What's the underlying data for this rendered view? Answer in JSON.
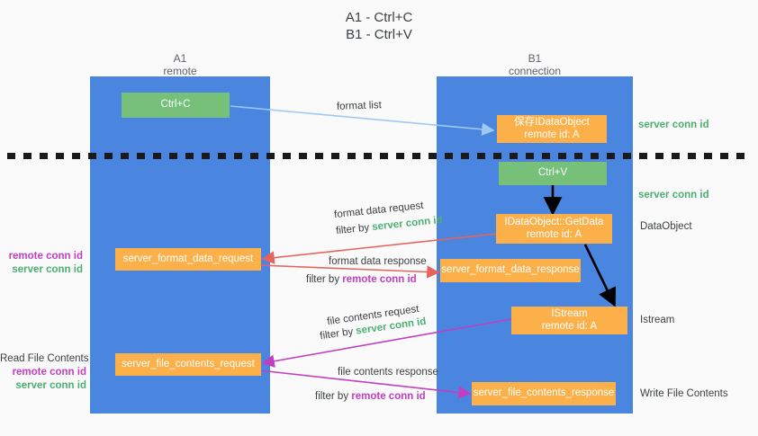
{
  "title": {
    "line1": "A1 - Ctrl+C",
    "line2": "B1 - Ctrl+V"
  },
  "colors": {
    "lane": "#4a86e0",
    "green_box": "#76c07a",
    "orange_box": "#fbb04a",
    "server_conn_id": "#4caf72",
    "remote_conn_id": "#c13fc1",
    "arrow_format_list": "#9fc9f3",
    "arrow_format_data": "#e8635a",
    "arrow_file_contents": "#c13fc1",
    "arrow_internal": "#000000",
    "background": "#fafafa"
  },
  "columns": [
    {
      "id": "a1",
      "title": "A1",
      "subtitle": "remote"
    },
    {
      "id": "b1",
      "title": "B1",
      "subtitle": "connection"
    }
  ],
  "boxes": {
    "ctrl_c": {
      "line1": "Ctrl+C",
      "line2": ""
    },
    "save_dataobject": {
      "line1": "保存IDataObject",
      "line2": "remote id: A"
    },
    "ctrl_v": {
      "line1": "Ctrl+V",
      "line2": ""
    },
    "getdata": {
      "line1": "IDataObject::GetData",
      "line2": "remote id: A"
    },
    "istream": {
      "line1": "IStream",
      "line2": "remote id: A"
    },
    "server_format_data_request": {
      "line1": "server_format_data_request",
      "line2": ""
    },
    "server_format_data_response": {
      "line1": "server_format_data_response",
      "line2": ""
    },
    "server_file_contents_request": {
      "line1": "server_file_contents_request",
      "line2": ""
    },
    "server_file_contents_response": {
      "line1": "server_file_contents_response",
      "line2": ""
    }
  },
  "edge_labels": {
    "format_list": "format list",
    "format_data_request": "format data request",
    "format_data_request_filter_prefix": "filter by ",
    "format_data_request_filter_key": "server conn id",
    "format_data_response": "format data response",
    "format_data_response_filter_prefix": "filter by ",
    "format_data_response_filter_key": "remote conn id",
    "file_contents_request": "file contents request",
    "file_contents_request_filter_prefix": "filter by ",
    "file_contents_request_filter_key": "server conn id",
    "file_contents_response": "file contents response",
    "file_contents_response_filter_prefix": "filter by ",
    "file_contents_response_filter_key": "remote conn id"
  },
  "right_notes": {
    "server_conn_id_top": "server conn id",
    "server_conn_id_mid": "server conn id",
    "dataobject": "DataObject",
    "istream": "Istream",
    "write_file_contents": "Write File Contents"
  },
  "left_notes": {
    "format_remote": "remote conn id",
    "format_server": "server conn id",
    "read_file_contents": "Read File Contents",
    "file_remote": "remote conn id",
    "file_server": "server conn id"
  }
}
